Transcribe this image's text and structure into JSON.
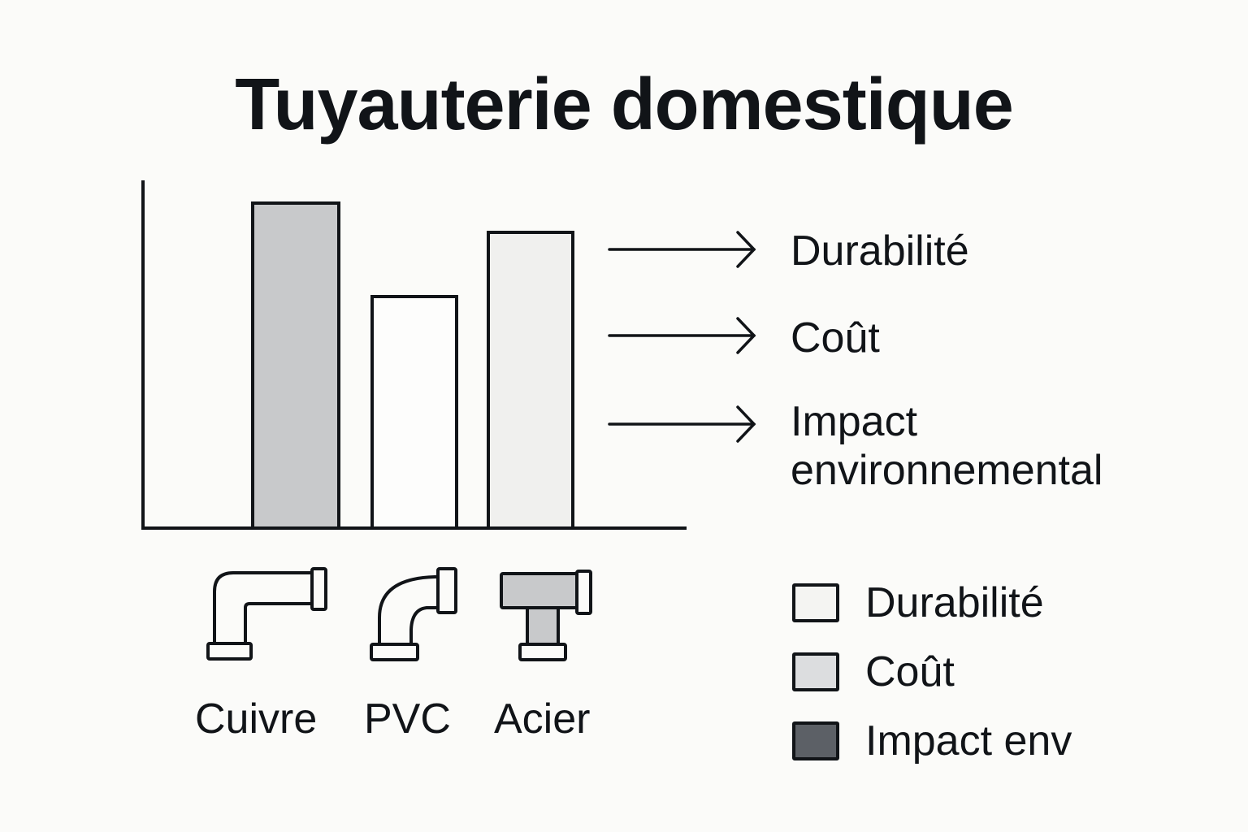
{
  "header": {
    "title": "Tuyauterie domestique"
  },
  "chart_data": {
    "type": "bar",
    "title": "Tuyauterie domestique",
    "categories": [
      "Cuivre",
      "PVC",
      "Acier"
    ],
    "values": [
      100,
      71,
      91
    ],
    "value_note": "relative bar heights (no axis ticks shown); Cuivre tallest scaled to 100",
    "bar_colors": [
      "#c8c9cb",
      "#fdfdfc",
      "#f0f0ee"
    ],
    "xlabel": "",
    "ylabel": "",
    "grid": false,
    "annotations": [
      "Durabilité",
      "Coût",
      "Impact environnemental"
    ],
    "legend": [
      {
        "label": "Durabilité",
        "color": "#f4f4f2"
      },
      {
        "label": "Coût",
        "color": "#dcdddf"
      },
      {
        "label": "Impact env",
        "color": "#5c6066"
      }
    ],
    "legend_position": "right-bottom"
  },
  "categories": [
    {
      "label": "Cuivre",
      "icon": "copper-elbow-pipe-icon"
    },
    {
      "label": "PVC",
      "icon": "pvc-curved-elbow-pipe-icon"
    },
    {
      "label": "Acier",
      "icon": "steel-tee-pipe-icon"
    }
  ],
  "annotations": [
    {
      "label": "Durabilité"
    },
    {
      "label": "Coût"
    },
    {
      "label_line1": "Impact",
      "label_line2": "environnemental"
    }
  ],
  "legend": [
    {
      "label": "Durabilité",
      "color": "#f4f4f2"
    },
    {
      "label": "Coût",
      "color": "#dcdddf"
    },
    {
      "label": "Impact env",
      "color": "#5c6066"
    }
  ]
}
